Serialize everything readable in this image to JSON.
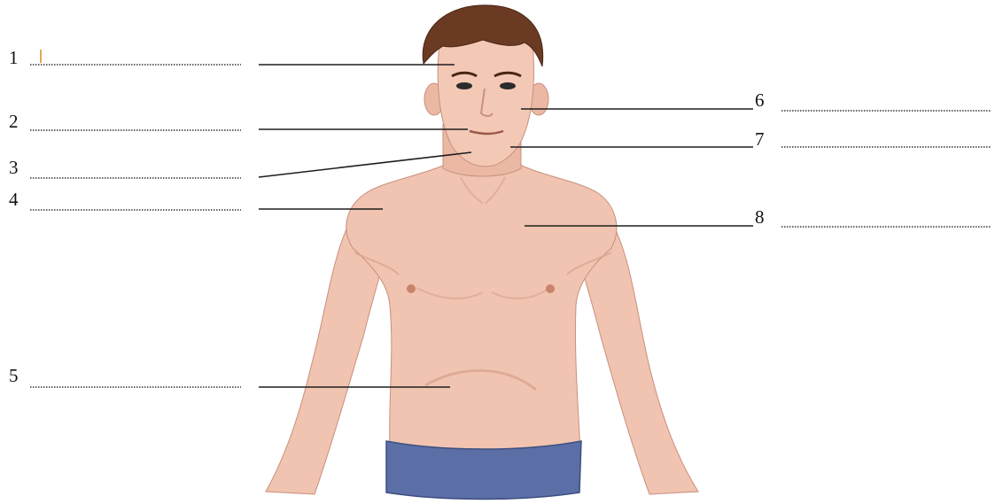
{
  "labels": [
    {
      "number": "1",
      "side": "left"
    },
    {
      "number": "2",
      "side": "left"
    },
    {
      "number": "3",
      "side": "left"
    },
    {
      "number": "4",
      "side": "left"
    },
    {
      "number": "5",
      "side": "left"
    },
    {
      "number": "6",
      "side": "right"
    },
    {
      "number": "7",
      "side": "right"
    },
    {
      "number": "8",
      "side": "right"
    }
  ],
  "colors": {
    "skin": "#f0c4b0",
    "skin_shadow": "#d99f8f",
    "hair": "#6a3a22",
    "shorts": "#5b6fa6",
    "line": "#1e1e1e"
  }
}
